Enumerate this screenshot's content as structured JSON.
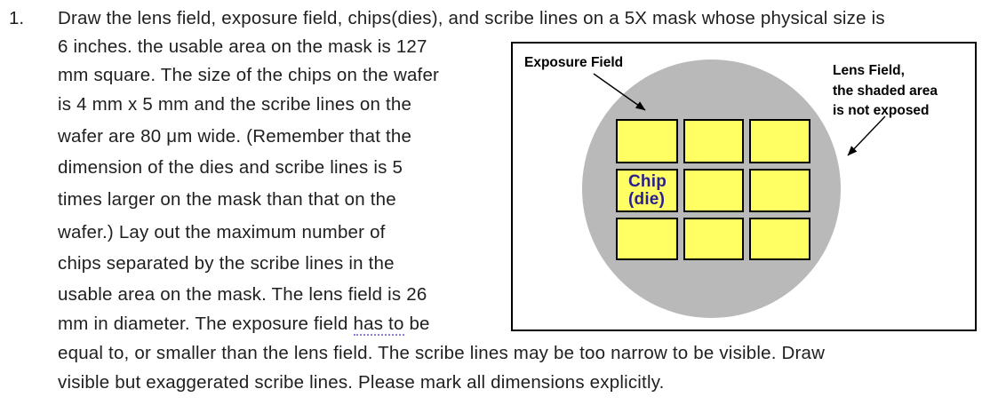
{
  "colors": {
    "wafer_gray": "#b9b9b9",
    "die_yellow": "#ffff63",
    "chip_text": "#2a1f8f",
    "grammar_underline": "#8a7de4"
  },
  "problem": {
    "number": "1.",
    "lines": [
      "Draw the lens field, exposure field, chips(dies), and scribe lines on a 5X mask whose physical size is",
      "6 inches. the usable area on the mask is 127",
      "mm square. The size of the chips on the wafer",
      "is 4 mm x 5 mm and the scribe lines on the",
      "wafer are 80 μm wide. (Remember that the",
      "dimension of the dies and scribe lines is 5",
      "times larger on the mask than that on the",
      "wafer.) Lay out the maximum number of",
      "chips separated by the scribe lines in the",
      "usable area on the mask. The lens field is 26",
      {
        "pre": "mm in diameter. The exposure field ",
        "flagged": "has to",
        "post": " be"
      },
      "equal to, or smaller than the lens field. The scribe lines may be too narrow to be visible. Draw",
      "visible but exaggerated scribe lines. Please mark all dimensions explicitly."
    ]
  },
  "figure": {
    "exposure_field_label": "Exposure Field",
    "lens_field_label_line1": "Lens Field,",
    "lens_field_label_line2": "the shaded area",
    "lens_field_label_line3": "is not exposed",
    "chip_label_line1": "Chip",
    "chip_label_line2": "(die)",
    "grid": {
      "rows": 3,
      "cols": 3
    }
  }
}
